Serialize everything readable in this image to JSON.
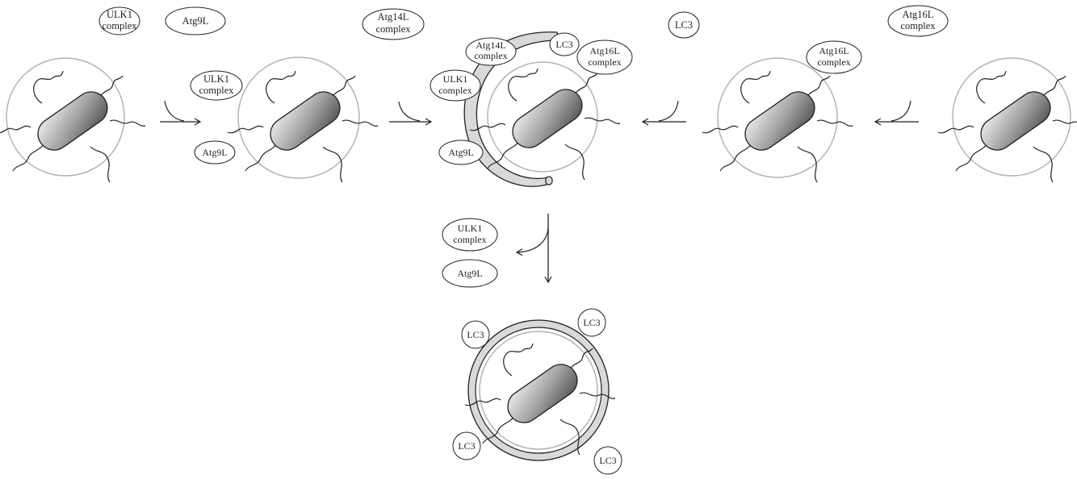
{
  "labels": {
    "ulk1_line1": "ULK1",
    "ulk1_line2": "complex",
    "atg9l": "Atg9L",
    "atg14l_line1": "Atg14L",
    "atg14l_line2": "complex",
    "atg16l_line1": "Atg16L",
    "atg16l_line2": "complex",
    "lc3": "LC3"
  },
  "colors": {
    "outline": "#231f20",
    "vacuole": "#b3b3b3",
    "membrane_fill": "#d9d9d9",
    "bacterium_light": "#f2f2f2",
    "bacterium_dark": "#4d4d4d"
  },
  "icons": {
    "bacterium": "rod-shaped-bacterium-with-flagella",
    "vacuole": "circular-vacuole",
    "phagophore": "crescent-isolation-membrane",
    "autophagosome": "double-membrane-ring"
  }
}
